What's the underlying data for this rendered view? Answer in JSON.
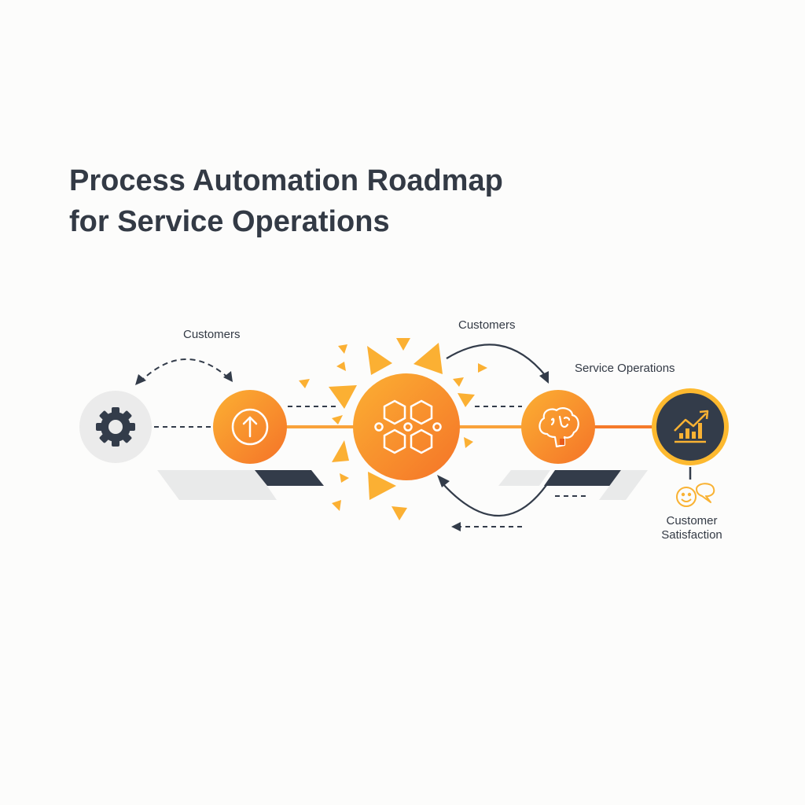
{
  "title": {
    "line1": "Process Automation Roadmap",
    "line2": "for Service Operations"
  },
  "labels": {
    "customers_left": "Customers",
    "customers_right": "Customers",
    "service_operations": "Service Operations",
    "customer_satisfaction_line1": "Customer",
    "customer_satisfaction_line2": "Satisfaction"
  },
  "nodes": [
    {
      "id": "settings",
      "icon": "gear-icon",
      "style": "gray"
    },
    {
      "id": "upload",
      "icon": "arrow-up-circle-icon",
      "style": "orange"
    },
    {
      "id": "hub",
      "icon": "hexagon-network-icon",
      "style": "orange-large"
    },
    {
      "id": "intelligence",
      "icon": "brain-icon",
      "style": "orange"
    },
    {
      "id": "growth",
      "icon": "bar-chart-growth-icon",
      "style": "dark"
    }
  ],
  "satisfaction_icon": "smiley-chat-icon",
  "colors": {
    "orange_light": "#fbb033",
    "orange_dark": "#f57328",
    "navy": "#333c4a",
    "gray_circle": "#ebebeb",
    "gray_bar": "#e9eaea",
    "yellow_ring": "#fdb92f",
    "accent_yellow": "#f9b233"
  }
}
